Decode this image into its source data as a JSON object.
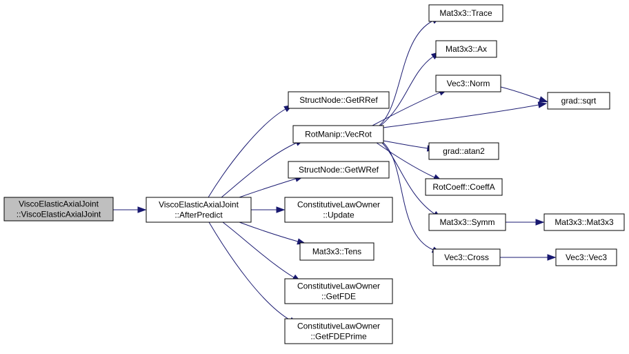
{
  "nodes": [
    {
      "id": "n_root",
      "lines": [
        "ViscoElasticAxialJoint",
        "::ViscoElasticAxialJoint"
      ],
      "root": true
    },
    {
      "id": "n_afterpredict",
      "lines": [
        "ViscoElasticAxialJoint",
        "::AfterPredict"
      ]
    },
    {
      "id": "n_getrref",
      "lines": [
        "StructNode::GetRRef"
      ]
    },
    {
      "id": "n_vecrot",
      "lines": [
        "RotManip::VecRot"
      ]
    },
    {
      "id": "n_getwref",
      "lines": [
        "StructNode::GetWRef"
      ]
    },
    {
      "id": "n_update",
      "lines": [
        "ConstitutiveLawOwner",
        "::Update"
      ]
    },
    {
      "id": "n_tens",
      "lines": [
        "Mat3x3::Tens"
      ]
    },
    {
      "id": "n_getfde",
      "lines": [
        "ConstitutiveLawOwner",
        "::GetFDE"
      ]
    },
    {
      "id": "n_getfdeprime",
      "lines": [
        "ConstitutiveLawOwner",
        "::GetFDEPrime"
      ]
    },
    {
      "id": "n_trace",
      "lines": [
        "Mat3x3::Trace"
      ]
    },
    {
      "id": "n_ax",
      "lines": [
        "Mat3x3::Ax"
      ]
    },
    {
      "id": "n_norm",
      "lines": [
        "Vec3::Norm"
      ]
    },
    {
      "id": "n_sqrt",
      "lines": [
        "grad::sqrt"
      ]
    },
    {
      "id": "n_atan2",
      "lines": [
        "grad::atan2"
      ]
    },
    {
      "id": "n_coeffa",
      "lines": [
        "RotCoeff::CoeffA"
      ]
    },
    {
      "id": "n_symm",
      "lines": [
        "Mat3x3::Symm"
      ]
    },
    {
      "id": "n_mat3x3",
      "lines": [
        "Mat3x3::Mat3x3"
      ]
    },
    {
      "id": "n_cross",
      "lines": [
        "Vec3::Cross"
      ]
    },
    {
      "id": "n_vec3",
      "lines": [
        "Vec3::Vec3"
      ]
    }
  ],
  "edges": [
    {
      "from": "n_root",
      "to": "n_afterpredict"
    },
    {
      "from": "n_afterpredict",
      "to": "n_getrref"
    },
    {
      "from": "n_afterpredict",
      "to": "n_vecrot"
    },
    {
      "from": "n_afterpredict",
      "to": "n_getwref"
    },
    {
      "from": "n_afterpredict",
      "to": "n_update"
    },
    {
      "from": "n_afterpredict",
      "to": "n_tens"
    },
    {
      "from": "n_afterpredict",
      "to": "n_getfde"
    },
    {
      "from": "n_afterpredict",
      "to": "n_getfdeprime"
    },
    {
      "from": "n_vecrot",
      "to": "n_trace"
    },
    {
      "from": "n_vecrot",
      "to": "n_ax"
    },
    {
      "from": "n_vecrot",
      "to": "n_norm"
    },
    {
      "from": "n_vecrot",
      "to": "n_sqrt"
    },
    {
      "from": "n_vecrot",
      "to": "n_atan2"
    },
    {
      "from": "n_vecrot",
      "to": "n_coeffa"
    },
    {
      "from": "n_vecrot",
      "to": "n_symm"
    },
    {
      "from": "n_vecrot",
      "to": "n_cross"
    },
    {
      "from": "n_norm",
      "to": "n_sqrt"
    },
    {
      "from": "n_symm",
      "to": "n_mat3x3"
    },
    {
      "from": "n_cross",
      "to": "n_vec3"
    }
  ]
}
